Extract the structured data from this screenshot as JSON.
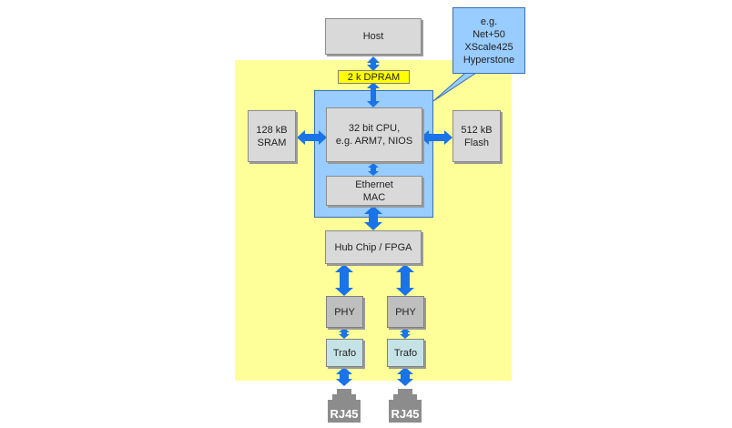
{
  "host": "Host",
  "dpram": "2 k DPRAM",
  "callout": "e.g.\nNet+50\nXScale425\nHyperstone",
  "sram": "128 kB\nSRAM",
  "cpu": "32 bit CPU,\ne.g. ARM7, NIOS",
  "flash": "512 kB\nFlash",
  "mac": "Ethernet\nMAC",
  "hub": "Hub Chip / FPGA",
  "phy": [
    "PHY",
    "PHY"
  ],
  "trafo": [
    "Trafo",
    "Trafo"
  ],
  "rj45": [
    "RJ45",
    "RJ45"
  ]
}
